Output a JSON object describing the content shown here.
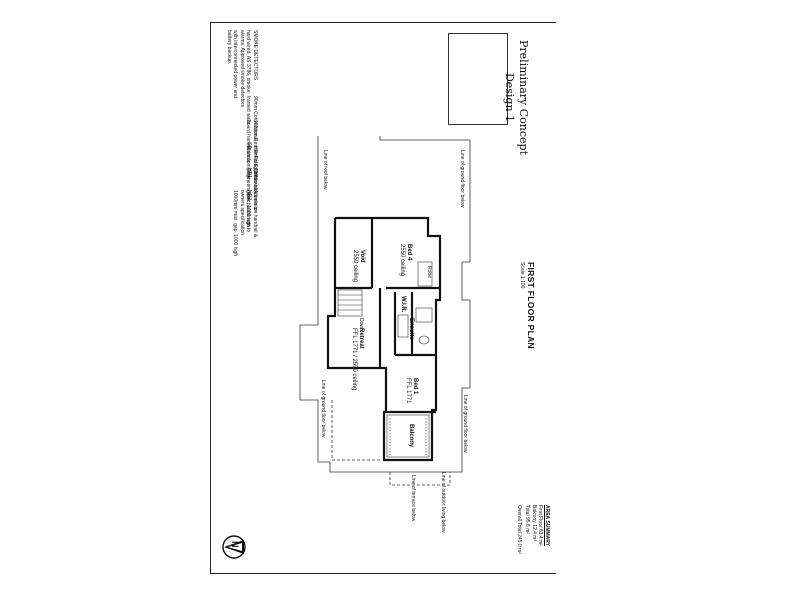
{
  "sheet": {
    "stamp": {
      "line1": "Preliminary Concept",
      "line2": "Design 1"
    },
    "notes": [
      "SMOKE DETECTORS",
      "hard wired, AS 3786, smoke",
      "alarms. Approved smoke detectors",
      "with interconnected power and",
      "battery backup.",
      "90mm Conventional",
      "framed walls.",
      "102mm Residential Express",
      "board framed walls.",
      "HW Fixing 2/86 walls",
      "Bathroom plan",
      "Timber handrails to",
      "Engineers spec, 1000 high",
      "Aluminium handrail &",
      "glass balustrade to",
      "owners specification",
      "1000mm max. gap. 1000 high"
    ],
    "legend_codes": [
      "SD",
      "HR1",
      "HR2"
    ],
    "drawing_title": "FIRST FLOOR PLAN",
    "scale": "Scale 1:100",
    "area_summary": {
      "heading": "AREA SUMMARY",
      "rows": [
        {
          "label": "First Floor",
          "value": "83.4 m²"
        },
        {
          "label": "Balcony",
          "value": "12.4 m²"
        },
        {
          "label": "Total",
          "value": "95.8 m²"
        }
      ],
      "overall": {
        "label": "Overall Total",
        "value": "245.0 m²"
      }
    },
    "north_label": "N"
  },
  "plan": {
    "rooms": [
      {
        "name": "Void",
        "detail": "2550 ceiling"
      },
      {
        "name": "Bed 4",
        "detail": "2550 ceiling"
      },
      {
        "name": "Retreat",
        "detail": "FFL 1771 / 2550 ceiling"
      },
      {
        "name": "W.I.R.",
        "detail": ""
      },
      {
        "name": "Ensuite",
        "detail": ""
      },
      {
        "name": "Bed 1",
        "detail": "FFL 1771"
      },
      {
        "name": "Balcony",
        "detail": ""
      }
    ],
    "annotations": {
      "ground_floor_below": "Line of ground floor below",
      "terrace_below": "Line of terrace below",
      "roof_below": "Line of roof below",
      "outdoor_living": "Line of outdoor living below",
      "dn": "Down",
      "robe": "Robe"
    }
  }
}
